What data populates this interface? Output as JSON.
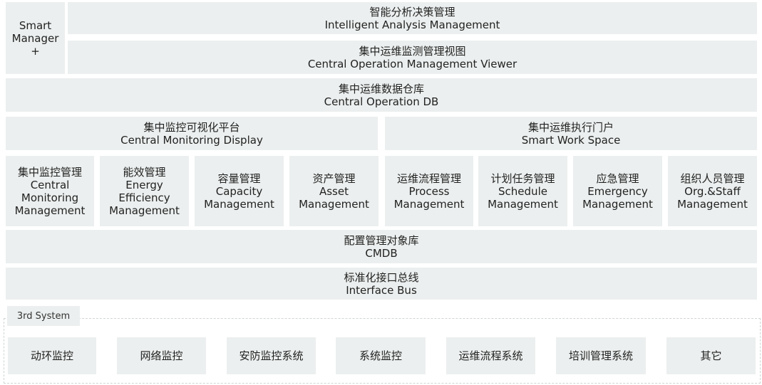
{
  "smart_manager": {
    "line1": "Smart",
    "line2": "Manager",
    "line3": "+"
  },
  "intelligent_analysis": {
    "zh": "智能分析决策管理",
    "en": "Intelligent Analysis Management"
  },
  "operation_viewer": {
    "zh": "集中运维监测管理视图",
    "en": "Central Operation Management Viewer"
  },
  "operation_db": {
    "zh": "集中运维数据仓库",
    "en": "Central Operation DB"
  },
  "monitoring_display": {
    "zh": "集中监控可视化平台",
    "en": "Central Monitoring Display"
  },
  "work_space": {
    "zh": "集中运维执行门户",
    "en": "Smart Work Space"
  },
  "modules": [
    {
      "zh": "集中监控管理",
      "en1": "Central",
      "en2": "Monitoring",
      "en3": "Management"
    },
    {
      "zh": "能效管理",
      "en1": "Energy",
      "en2": "Efficiency",
      "en3": "Management"
    },
    {
      "zh": "容量管理",
      "en1": "Capacity",
      "en2": "Management"
    },
    {
      "zh": "资产管理",
      "en1": "Asset",
      "en2": "Management"
    },
    {
      "zh": "运维流程管理",
      "en1": "Process",
      "en2": "Management"
    },
    {
      "zh": "计划任务管理",
      "en1": "Schedule",
      "en2": "Management"
    },
    {
      "zh": "应急管理",
      "en1": "Emergency",
      "en2": "Management"
    },
    {
      "zh": "组织人员管理",
      "en1": "Org.&Staff",
      "en2": "Management"
    }
  ],
  "cmdb": {
    "zh": "配置管理对象库",
    "en": "CMDB"
  },
  "interface_bus": {
    "zh": "标准化接口总线",
    "en": "Interface Bus"
  },
  "third_system": {
    "label": "3rd System",
    "items": [
      "动环监控",
      "网络监控",
      "安防监控系统",
      "系统监控",
      "运维流程系统",
      "培训管理系统",
      "其它"
    ]
  }
}
